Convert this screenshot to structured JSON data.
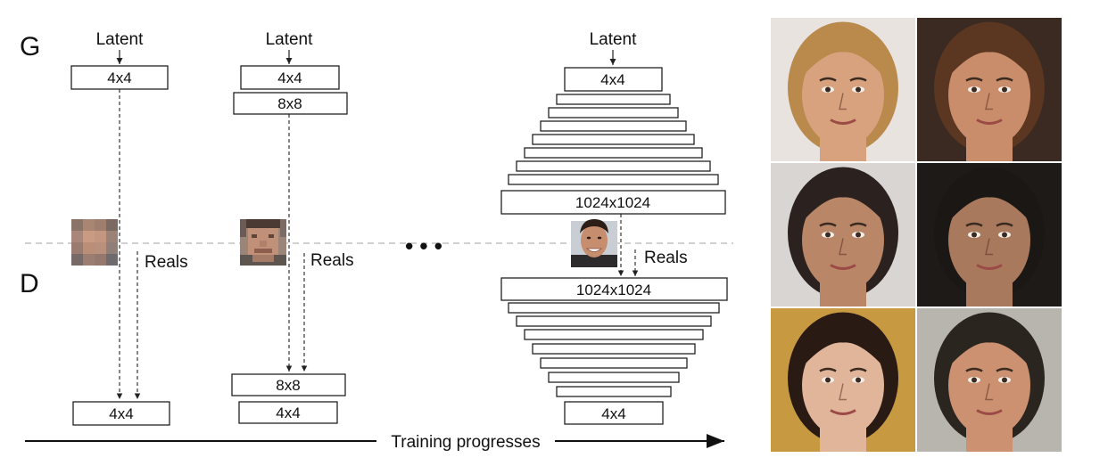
{
  "labels": {
    "generator": "G",
    "discriminator": "D",
    "latent": "Latent",
    "reals": "Reals",
    "ellipsis": "• • •",
    "training": "Training progresses"
  },
  "stages": [
    {
      "generator_boxes": [
        "4x4"
      ],
      "discriminator_boxes": [
        "4x4"
      ]
    },
    {
      "generator_boxes": [
        "4x4",
        "8x8"
      ],
      "discriminator_boxes": [
        "8x8",
        "4x4"
      ]
    },
    {
      "generator_boxes": [
        "4x4",
        "1024x1024"
      ],
      "discriminator_boxes": [
        "1024x1024",
        "4x4"
      ]
    }
  ],
  "colors": {
    "separator": "#b5b5b5",
    "line": "#222222"
  },
  "face_grid": {
    "rows": 3,
    "cols": 2,
    "skin_tones": [
      "#d9a27f",
      "#c98d6c",
      "#b98668",
      "#a9795d",
      "#e0b59a",
      "#cc9170"
    ],
    "hair_tones": [
      "#b98a4b",
      "#5b3620",
      "#2b2220",
      "#1b1714",
      "#2a1a14",
      "#2b2520"
    ]
  }
}
